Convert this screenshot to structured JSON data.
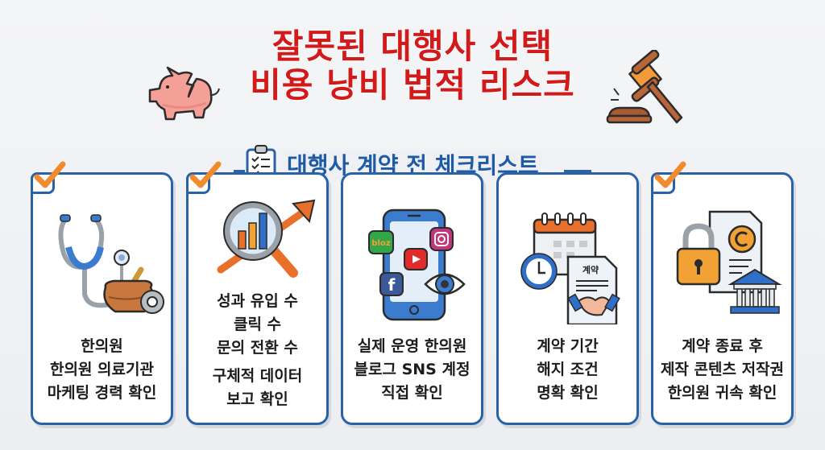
{
  "header": {
    "title_lines": [
      "잘못된 대행사 선택",
      "비용 낭비 법적 리스크"
    ],
    "left_icon": "broken-piggy-bank-icon",
    "right_icon": "gavel-icon",
    "title_color": "#d31a1a"
  },
  "checklist": {
    "title": "대행사 계약 전 체크리스트",
    "icon": "clipboard-checklist-icon",
    "accent_color": "#2a62a8",
    "check_color": "#f28a2e"
  },
  "cards": [
    {
      "icon": "stethoscope-herbal-pot-icon",
      "lines": [
        "한의원",
        "한의원 의료기관",
        "마케팅 경력 확인"
      ]
    },
    {
      "icon": "magnifier-chart-growth-icon",
      "lines": [
        "성과 유입 수",
        "클릭 수",
        "문의 전환 수"
      ],
      "lines2": [
        "구체적 데이터",
        "보고 확인"
      ]
    },
    {
      "icon": "phone-social-eye-icon",
      "lines": [
        "실제 운영 한의원",
        "블로그 SNS 계정",
        "직접 확인"
      ],
      "badge": "bloz"
    },
    {
      "icon": "calendar-clock-contract-icon",
      "lines": [
        "계약 기간",
        "해지 조건",
        "명확 확인"
      ],
      "doc_label": "계약"
    },
    {
      "icon": "lock-copyright-institution-icon",
      "lines": [
        "계약 종료 후",
        "제작 콘텐츠 저작권",
        "한의원 귀속 확인"
      ]
    }
  ]
}
